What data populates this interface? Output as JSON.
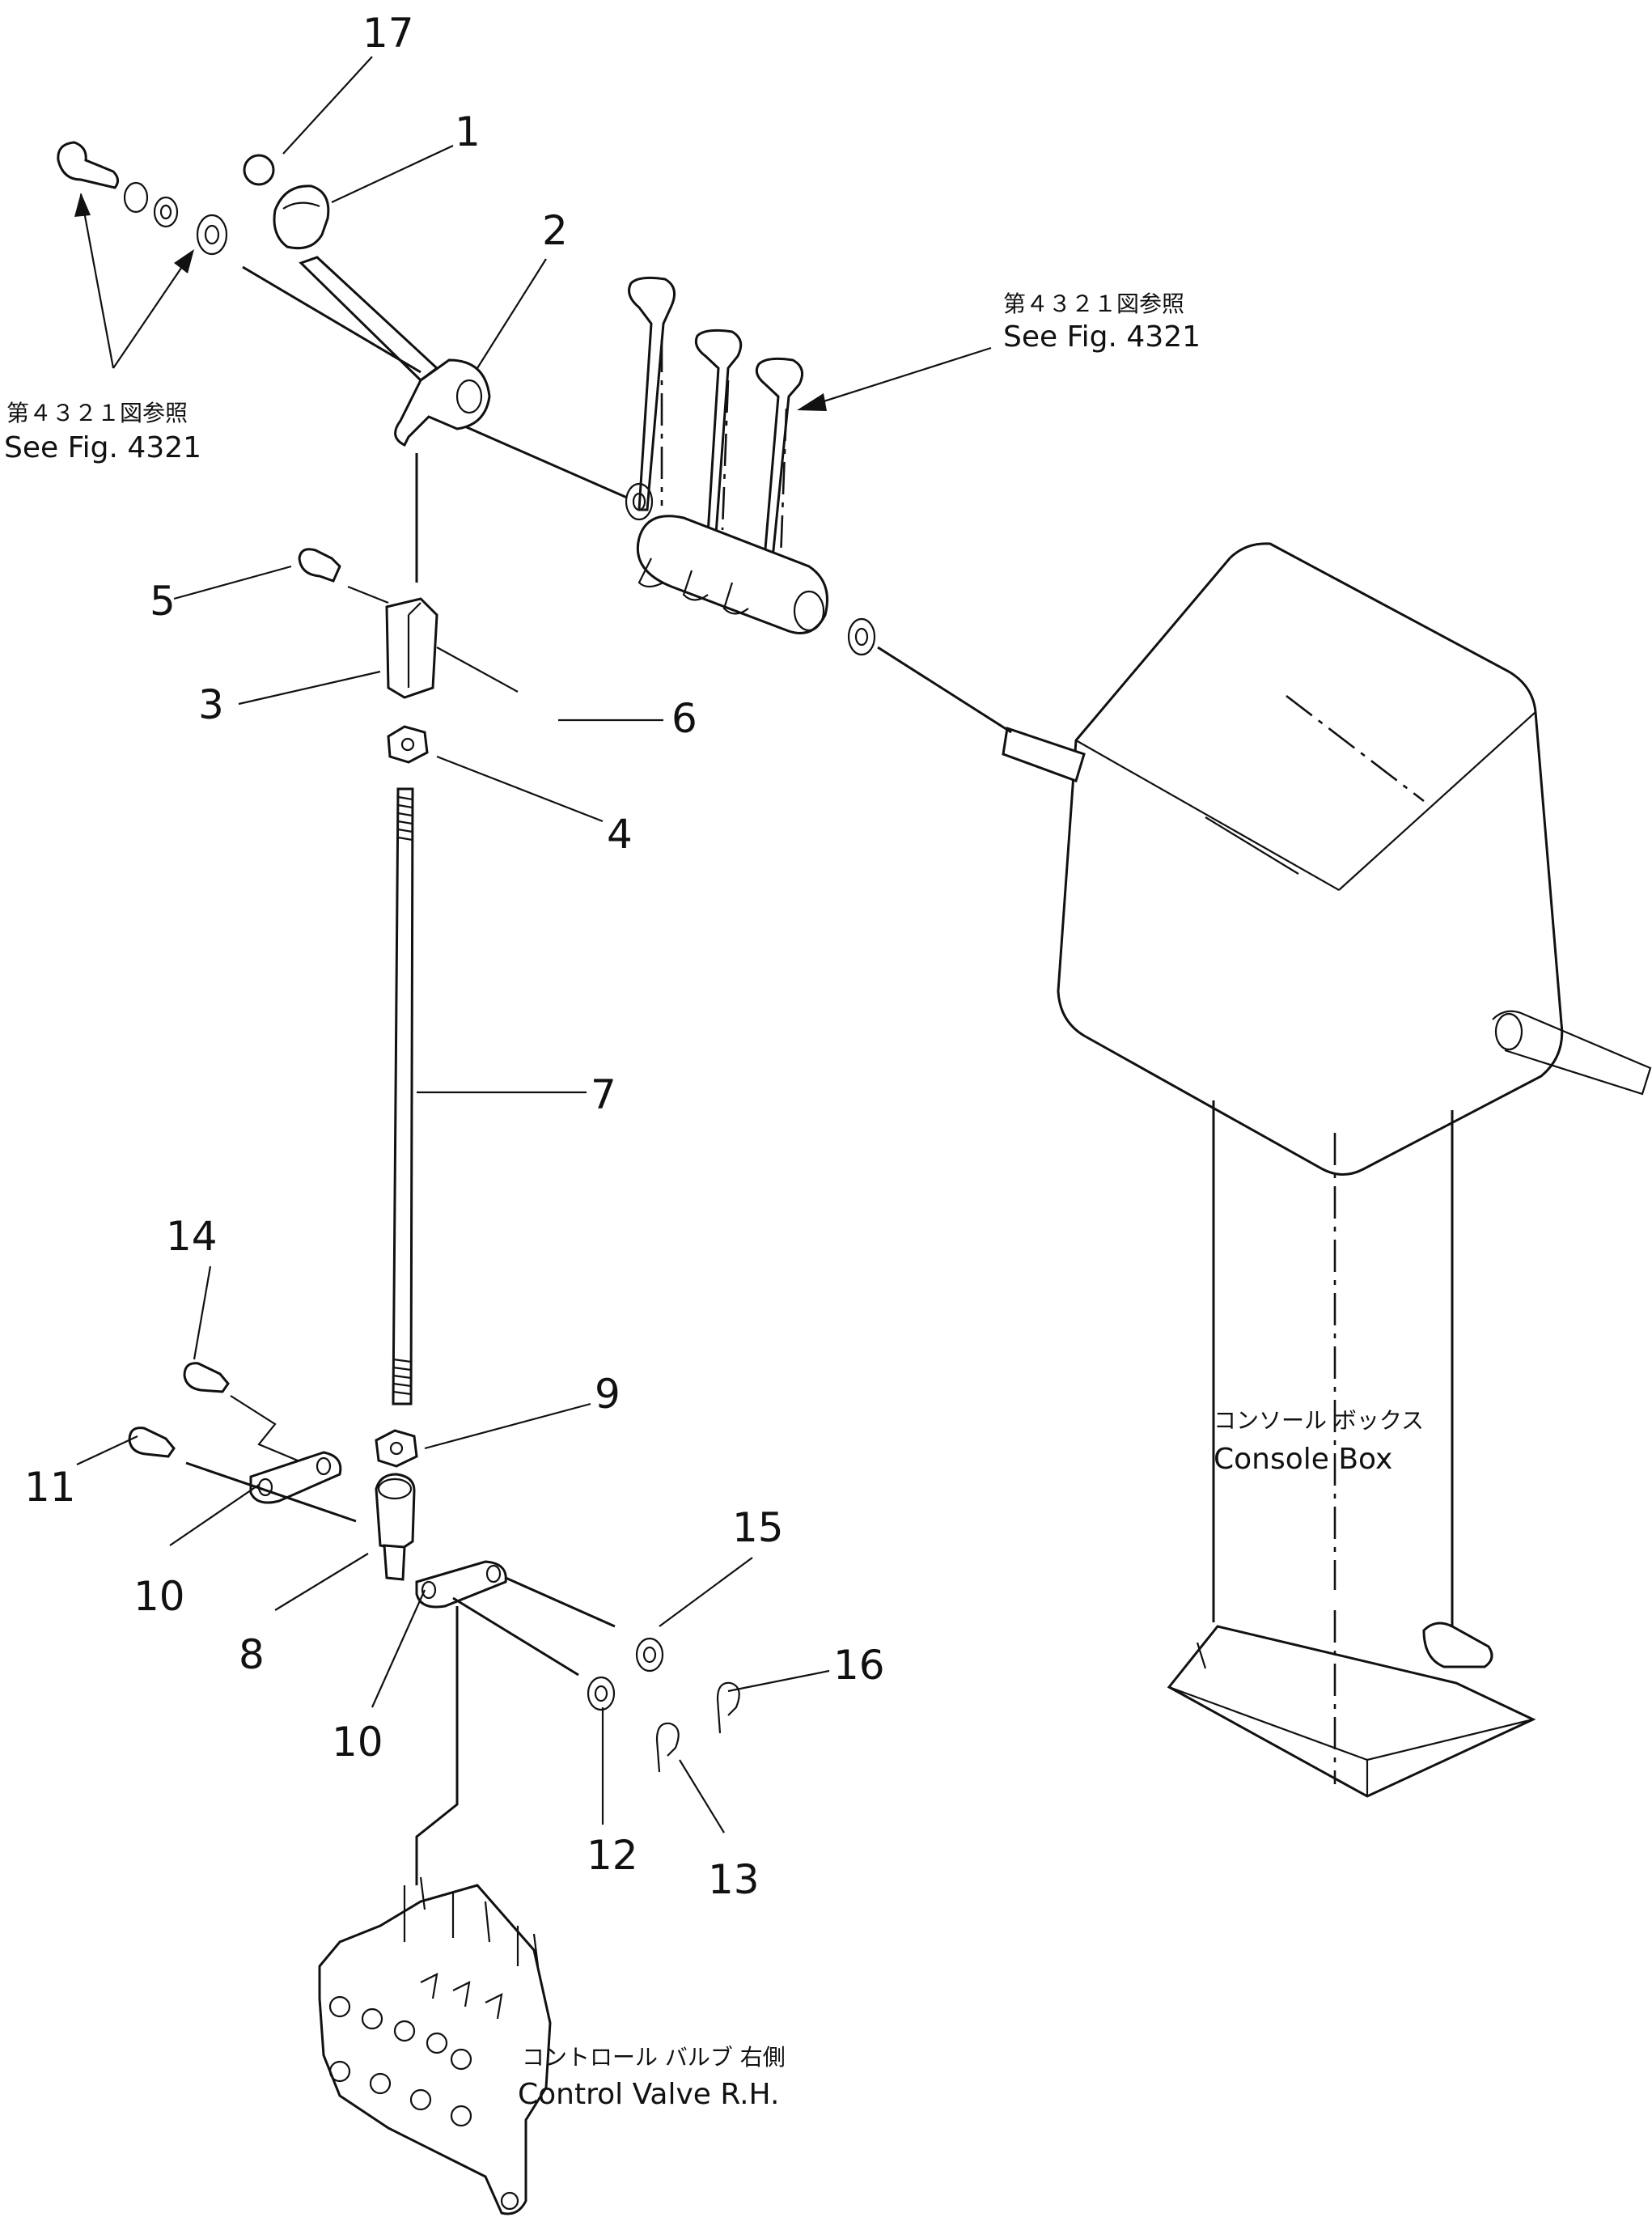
{
  "callouts": [
    "17",
    "1",
    "2",
    "5",
    "3",
    "6",
    "4",
    "7",
    "14",
    "11",
    "9",
    "10",
    "8",
    "15",
    "16",
    "10",
    "12",
    "13"
  ],
  "references": {
    "top_left": {
      "ja": "第４３２１図参照",
      "en": "See Fig. 4321"
    },
    "top_right": {
      "ja": "第４３２１図参照",
      "en": "See Fig. 4321"
    }
  },
  "labels": {
    "console_box": {
      "ja": "コンソール ボックス",
      "en": "Console Box"
    },
    "control_valve": {
      "ja": "コントロール バルブ 右側",
      "en": "Control Valve R.H."
    }
  }
}
